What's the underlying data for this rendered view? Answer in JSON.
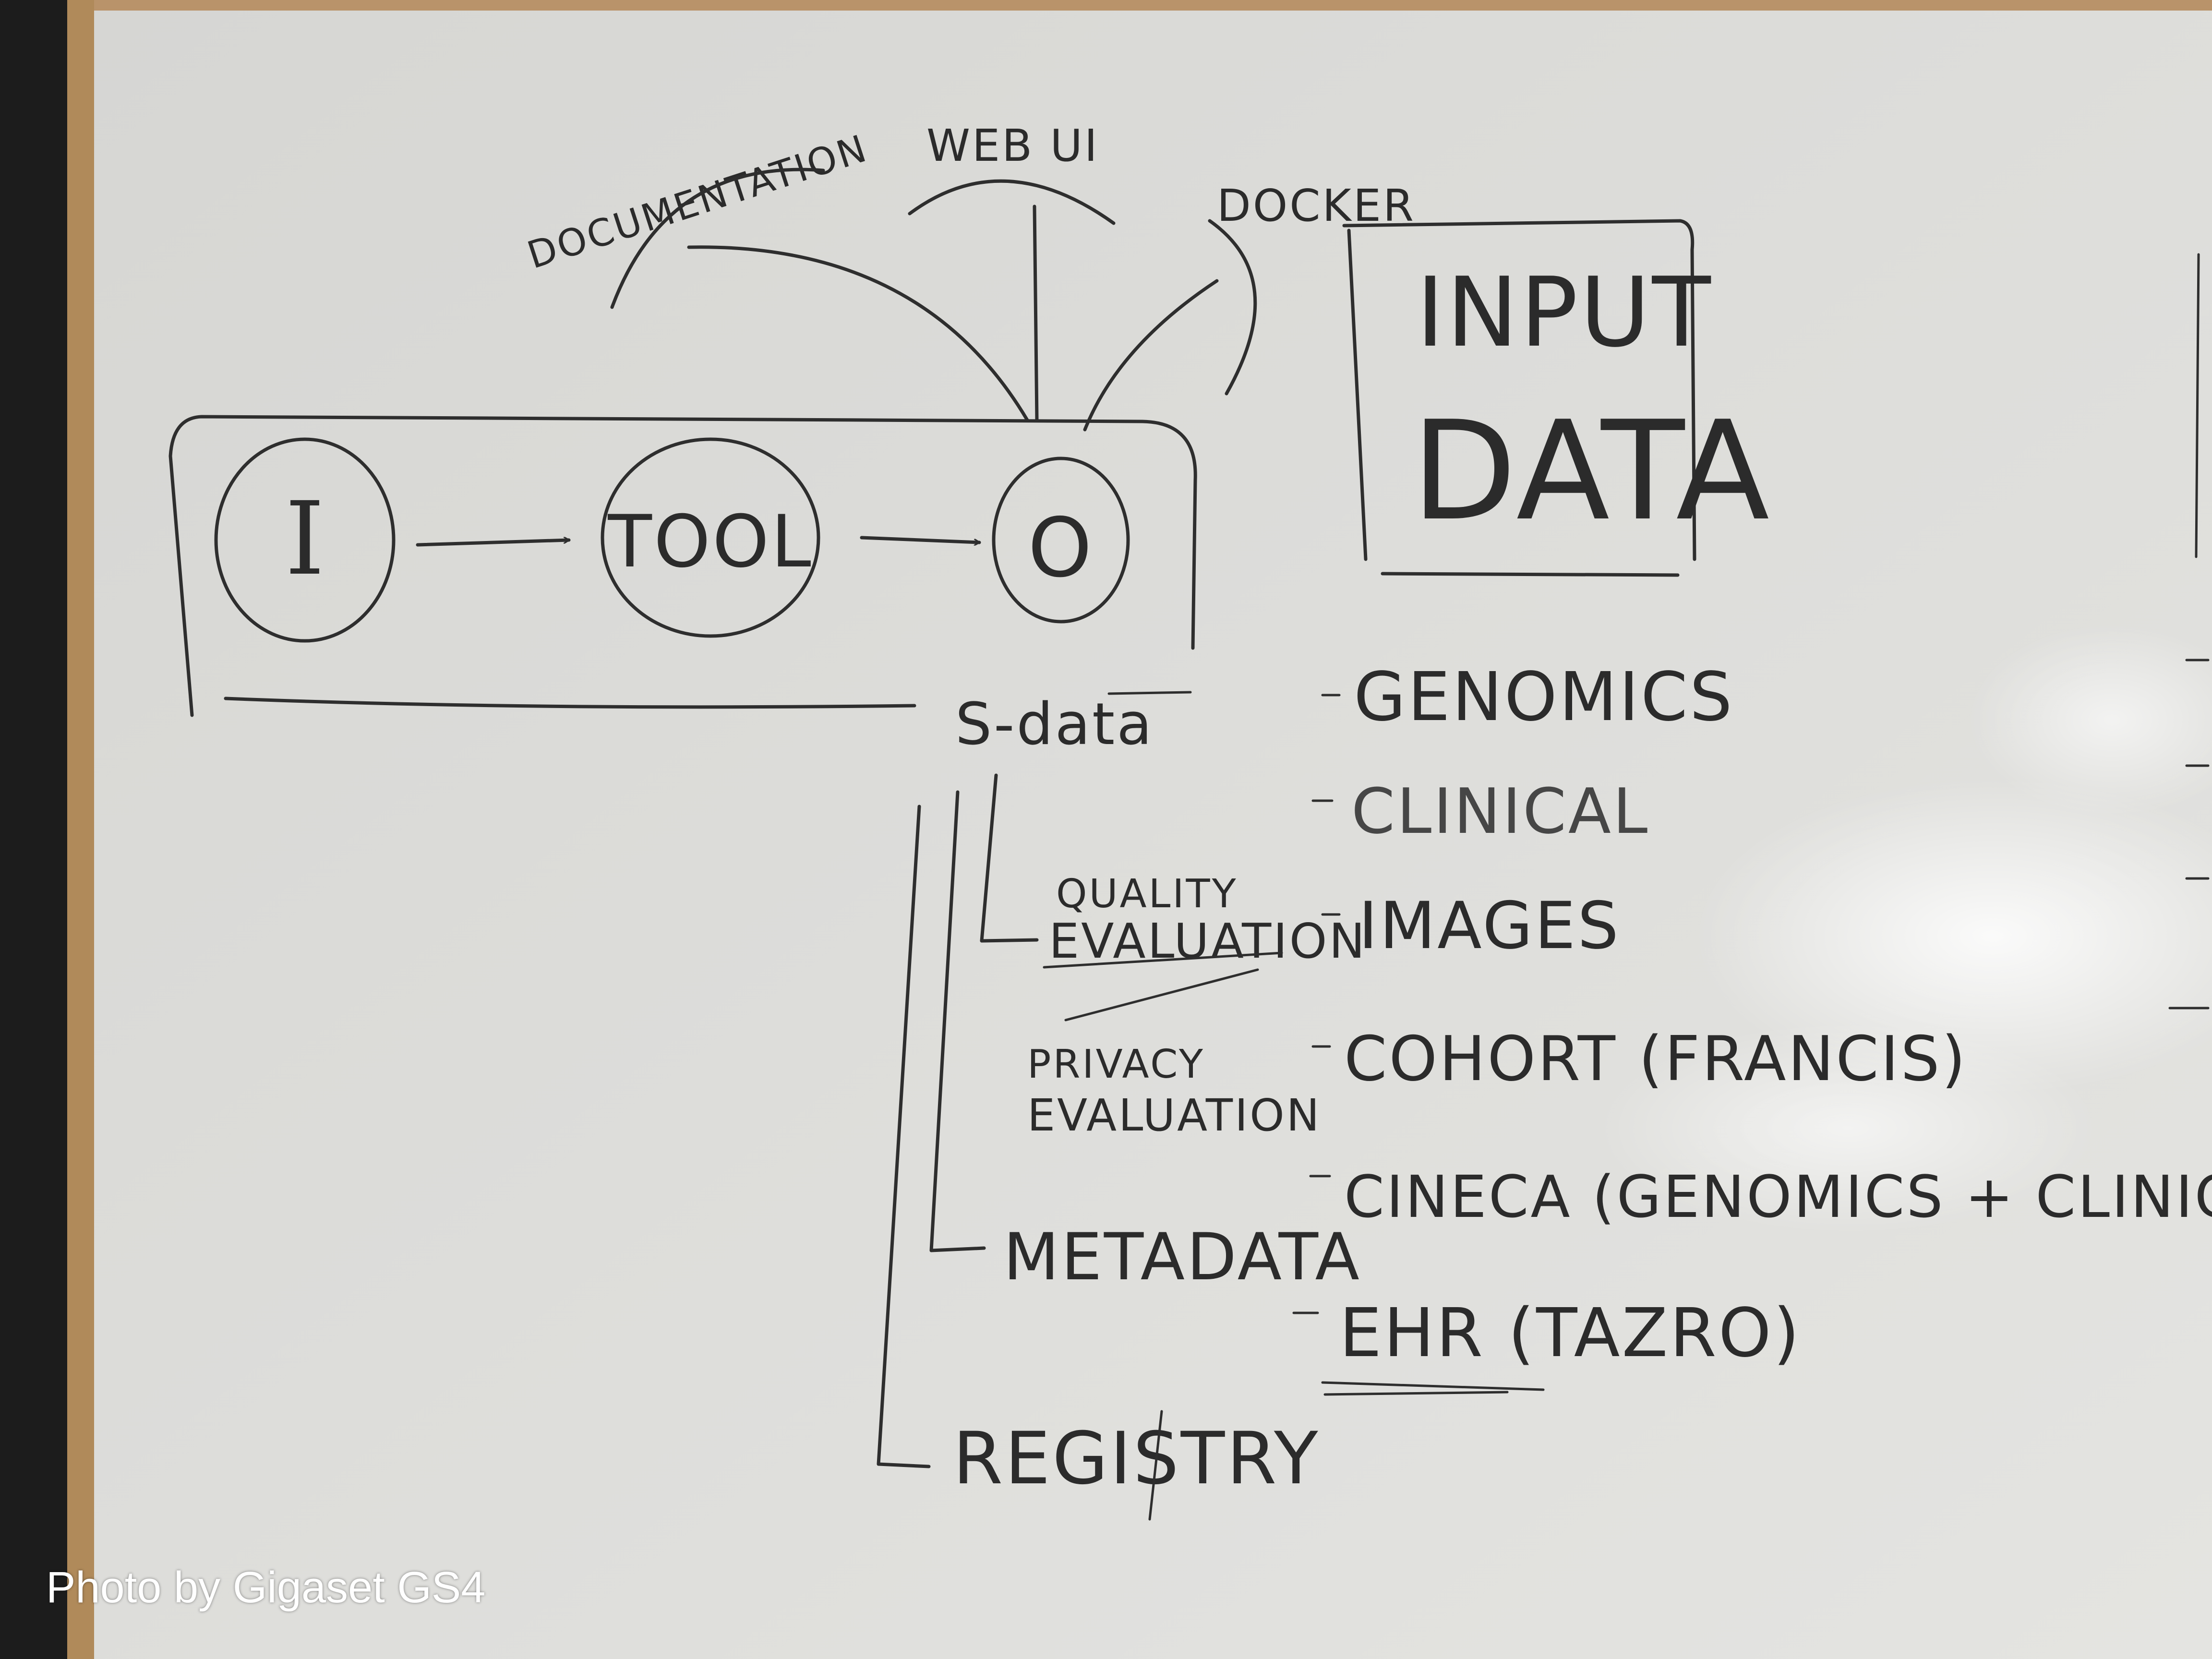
{
  "photo_credit": "Photo by Gigaset GS4",
  "colors": {
    "board": "#dcdcd8",
    "frame": "#b08a5a",
    "marker": "#2b2b2b",
    "edge": "#1b1b1b"
  },
  "diagram": {
    "pipeline": {
      "input_node": "I",
      "tool_node": "TOOL",
      "output_node": "O"
    },
    "top_labels": {
      "documentation": "DOCUMENTATION",
      "web_ui": "WEB UI",
      "docker": "DOCKER"
    },
    "s_data": "S-data",
    "branches": {
      "quality_1": "QUALITY",
      "quality_2": "EVALUATION",
      "privacy_1": "PRIVACY",
      "privacy_2": "EVALUATION",
      "metadata": "METADATA",
      "registry": "REGISTRY"
    },
    "input_data_box": {
      "line1": "INPUT",
      "line2": "DATA"
    },
    "data_list": [
      "GENOMICS",
      "CLINICAL",
      "IMAGES",
      "COHORT (FRANCIS)",
      "CINECA (GENOMICS + CLINICAL)",
      "EHR (TAZRO)"
    ]
  }
}
